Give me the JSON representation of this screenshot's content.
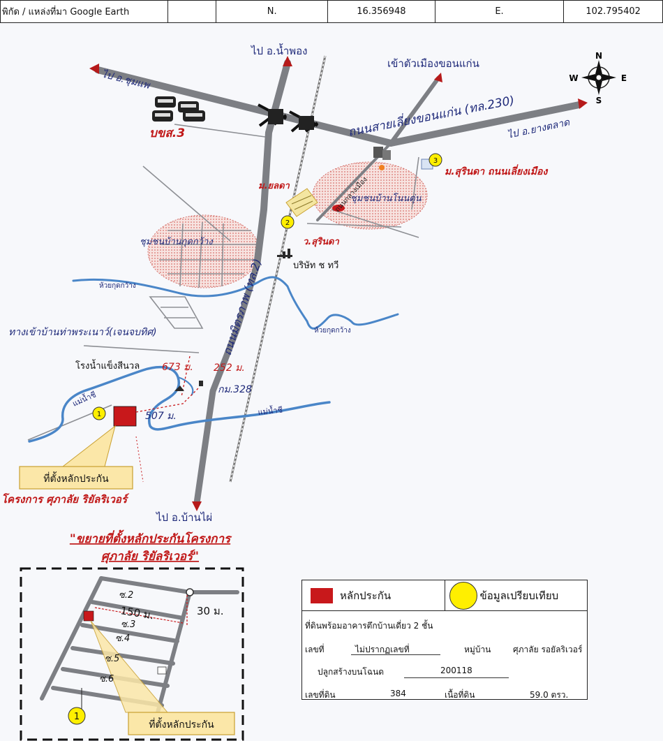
{
  "header": {
    "source_label": "พิกัด / แหล่งที่มา Google Earth",
    "n_label": "N.",
    "n_value": "16.356948",
    "e_label": "E.",
    "e_value": "102.795402"
  },
  "compass": {
    "n": "N",
    "s": "S",
    "e": "E",
    "w": "W"
  },
  "map_labels": {
    "to_nam_phong": "ไป อ.น้ำพอง",
    "to_chum_phae": "ไป อ.ชุมแพ",
    "to_khon_kaen_city": "เข้าตัวเมืองขอนแก่น",
    "bus_terminal": "บขส.3",
    "bypass_road": "ถนนสายเลี่ยงขอนแก่น (ทล.230)",
    "to_yang_talat": "ไป อ.ยางตลาด",
    "village_3": "ม.สุรินดา ถนนเลี่ยงเมือง",
    "old_road": "ถนนกลางเมือง",
    "m_yolada": "ม.ยลดา",
    "community_non_ton": "ชุมชนบ้านโนนตุ่น",
    "community_kut_kwang": "ชุมชนบ้านกุดกว้าง",
    "v_surinda": "ว.สุรินดา",
    "company": "บริษัท ช ทวี",
    "mittraphap_road": "ถนนมิตรภาพ (ทล.2)",
    "creek_1": "ห้วยกุดกว้าง",
    "creek_2": "ห้วยกุดกว้าง",
    "entrance": "ทางเข้าบ้านท่าพระเนาว์(เจนจบทิศ)",
    "ice_factory": "โรงน้ำแข็งสีนวล",
    "dist_673": "673 ม.",
    "dist_252": "252 ม.",
    "km_328": "กม.328",
    "dist_507": "507 ม.",
    "river_1": "แม่น้ำชี",
    "river_2": "แม่น้ำชี",
    "collateral_location": "ที่ตั้งหลักประกัน",
    "project_name": "โครงการ ศุภาลัย ริยัลริเวอร์",
    "to_ban_phai": "ไป อ.บ้านไผ่",
    "marker_1": "1",
    "marker_2": "2",
    "marker_3": "3"
  },
  "inset": {
    "title_line1": "\"ขยายที่ตั้งหลักประกันโครงการ",
    "title_line2": "ศุภาลัย ริยัลริเวอร์\"",
    "soi_2": "ซ.2",
    "soi_3": "ซ.3",
    "soi_4": "ซ.4",
    "soi_5": "ซ.5",
    "soi_6": "ซ.6",
    "dist_150": "150 ม.",
    "dist_30": "30 ม.",
    "marker_1": "1",
    "collateral_location": "ที่ตั้งหลักประกัน"
  },
  "legend": {
    "collateral": "หลักประกัน",
    "comparison": "ข้อมูลเปรียบเทียบ",
    "property_type": "ที่ดินพร้อมอาคารตึกบ้านเดี่ยว 2 ชั้น",
    "number_label": "เลขที่",
    "number_value": "ไม่ปรากฏเลขที่",
    "village_label": "หมู่บ้าน",
    "village_value": "ศุภาลัย รอยัลริเวอร์",
    "deed_label": "ปลูกสร้างบนโฉนด",
    "deed_value": "200118",
    "land_no_label": "เลขที่ดิน",
    "land_no_value": "384",
    "area_label": "เนื้อที่ดิน",
    "area_value": "59.0 ตรว."
  },
  "colors": {
    "road": "#7d7f84",
    "river": "#4a86c8",
    "label_blue": "#1f2a7a",
    "label_red": "#c01818",
    "collateral_red": "#c8181b",
    "marker_yellow": "#ffef00",
    "community_fill": "#f1c9c4",
    "callout_fill": "#fbe7a8"
  }
}
